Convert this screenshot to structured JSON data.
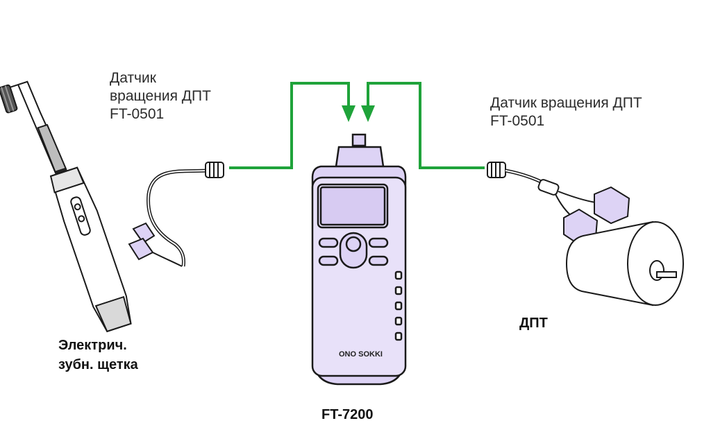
{
  "labels": {
    "sensor_left": [
      "Датчик",
      "вращения ДПТ",
      "FT-0501"
    ],
    "sensor_right": [
      "Датчик вращения ДПТ",
      "FT-0501"
    ],
    "toothbrush": [
      "Электрич.",
      "зубн. щетка"
    ],
    "motor": "ДПТ",
    "tachometer": "FT-7200",
    "brand": "ONO SOKKI"
  },
  "colors": {
    "connection": "#1fa33a",
    "device_body": "#ddd3f5",
    "device_screen": "#d7cbf2",
    "outline": "#1a1a1a"
  },
  "icons": {
    "left": "electric-toothbrush-icon",
    "center": "tachometer-icon",
    "right": "dc-motor-icon"
  }
}
